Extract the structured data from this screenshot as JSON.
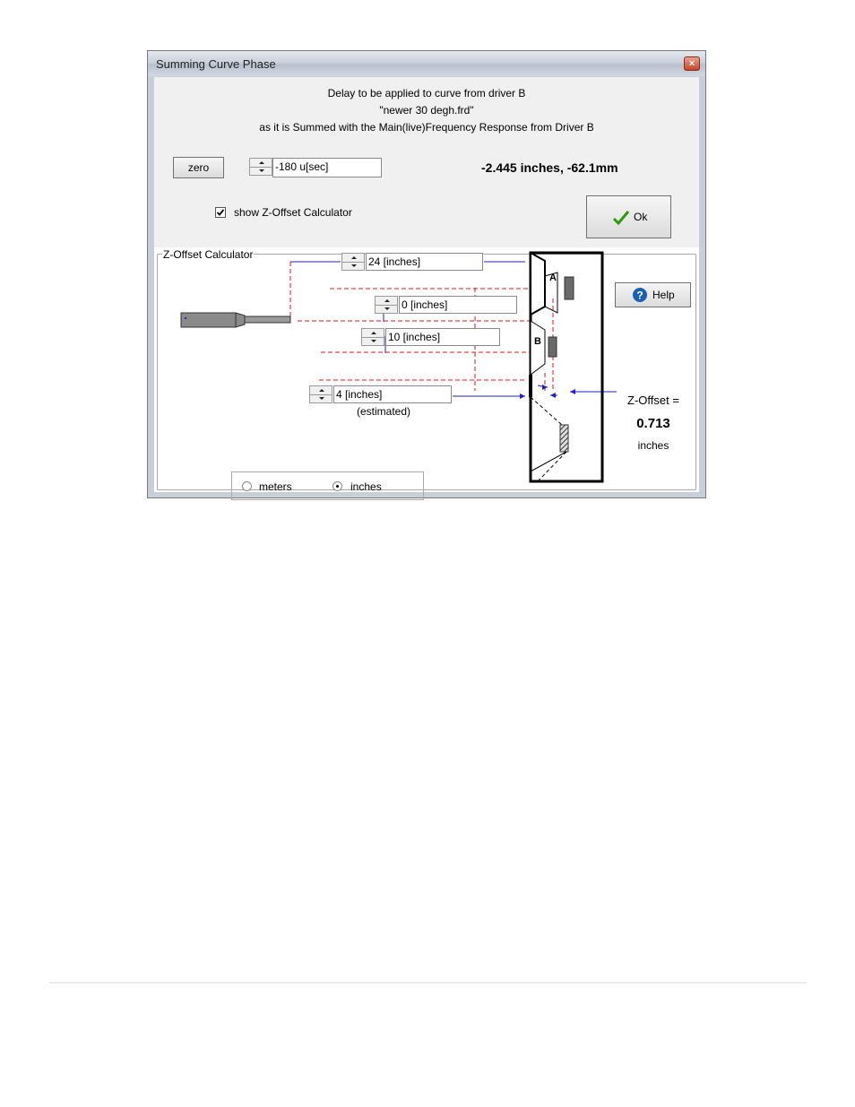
{
  "window": {
    "title": "Summing Curve Phase",
    "close_glyph": "×"
  },
  "description": {
    "line1": "Delay to be applied to curve from driver B",
    "line2": "\"newer 30 degh.frd\"",
    "line3": "as it is Summed with the Main(live)Frequency Response from Driver B"
  },
  "delay": {
    "zero_label": "zero",
    "value": "-180 u[sec]",
    "readout": "-2.445 inches, -62.1mm"
  },
  "checkbox": {
    "label": "show Z-Offset Calculator",
    "checked": true
  },
  "ok_button": {
    "label": "Ok"
  },
  "calculator": {
    "group_label": "Z-Offset Calculator",
    "distance": "24 [inches]",
    "offset_a": "0 [inches]",
    "offset_b": "10 [inches]",
    "depth": "4 [inches]",
    "depth_note": "(estimated)",
    "help_label": "Help",
    "zoffset_label": "Z-Offset =",
    "zoffset_value": "0.713",
    "zoffset_unit": "inches",
    "driver_a_label": "A",
    "driver_b_label": "B",
    "units": {
      "options": [
        "meters",
        "inches"
      ],
      "selected": "inches"
    }
  },
  "colors": {
    "guide_red": "#e8141c",
    "dimension_blue": "#1f1fd6",
    "help_blue": "#1a5fb4",
    "ok_green": "#2f9a0a"
  }
}
